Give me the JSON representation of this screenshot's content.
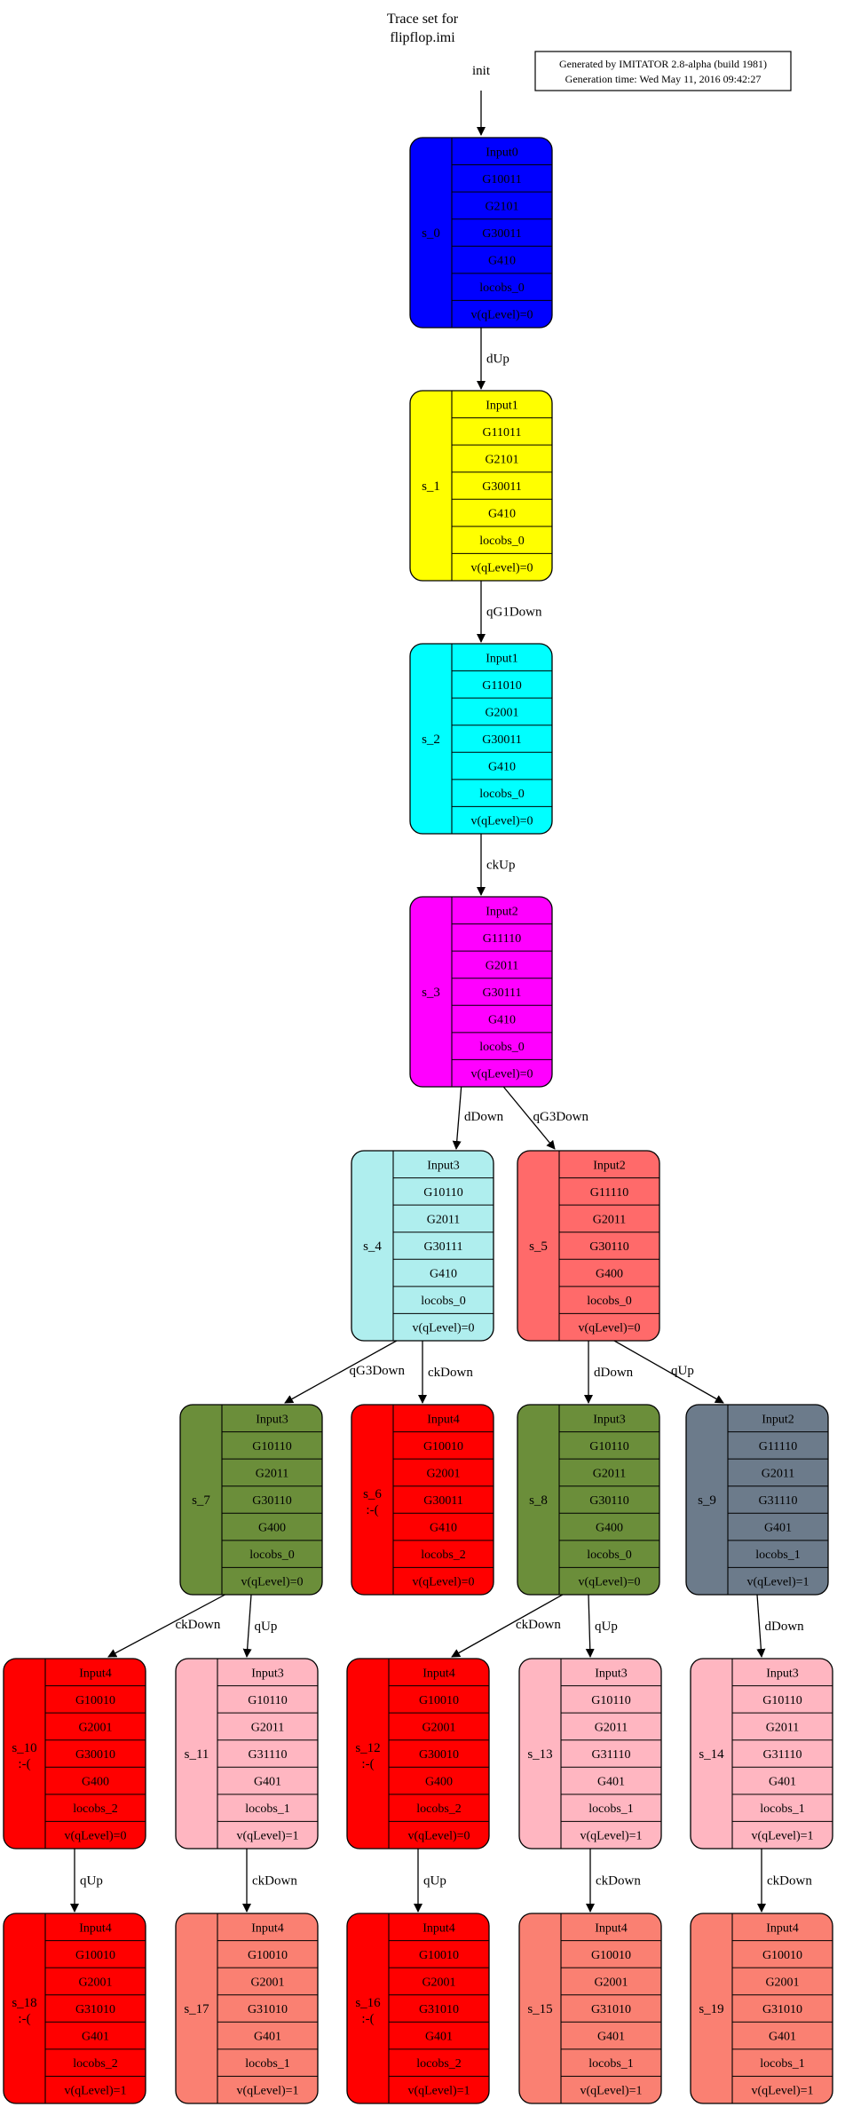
{
  "title_line1": "Trace set for",
  "title_line2": "flipflop.imi",
  "info_line1": "Generated by IMITATOR 2.8-alpha (build 1981)",
  "info_line2": "Generation time: Wed May 11, 2016 09:42:27",
  "init_label": "init",
  "colors": {
    "blue": "#0000ff",
    "yellow": "#ffff00",
    "cyan": "#00ffff",
    "magenta": "#ff00ff",
    "paleturquoise": "#afeeee",
    "indianred": "#ff6a6a",
    "olive": "#6b8e3a",
    "red": "#ff0000",
    "slate": "#6c7b8b",
    "pink": "#ffb6c1",
    "salmon": "#fa8072"
  },
  "states": [
    {
      "id": "s_0",
      "sub": "",
      "rows": [
        "Input0",
        "G10011",
        "G2101",
        "G30011",
        "G410",
        "locobs_0",
        "v(qLevel)=0"
      ],
      "color": "blue"
    },
    {
      "id": "s_1",
      "sub": "",
      "rows": [
        "Input1",
        "G11011",
        "G2101",
        "G30011",
        "G410",
        "locobs_0",
        "v(qLevel)=0"
      ],
      "color": "yellow"
    },
    {
      "id": "s_2",
      "sub": "",
      "rows": [
        "Input1",
        "G11010",
        "G2001",
        "G30011",
        "G410",
        "locobs_0",
        "v(qLevel)=0"
      ],
      "color": "cyan"
    },
    {
      "id": "s_3",
      "sub": "",
      "rows": [
        "Input2",
        "G11110",
        "G2011",
        "G30111",
        "G410",
        "locobs_0",
        "v(qLevel)=0"
      ],
      "color": "magenta"
    },
    {
      "id": "s_4",
      "sub": "",
      "rows": [
        "Input3",
        "G10110",
        "G2011",
        "G30111",
        "G410",
        "locobs_0",
        "v(qLevel)=0"
      ],
      "color": "paleturquoise"
    },
    {
      "id": "s_5",
      "sub": "",
      "rows": [
        "Input2",
        "G11110",
        "G2011",
        "G30110",
        "G400",
        "locobs_0",
        "v(qLevel)=0"
      ],
      "color": "indianred"
    },
    {
      "id": "s_7",
      "sub": "",
      "rows": [
        "Input3",
        "G10110",
        "G2011",
        "G30110",
        "G400",
        "locobs_0",
        "v(qLevel)=0"
      ],
      "color": "olive"
    },
    {
      "id": "s_6",
      "sub": ":-(",
      "rows": [
        "Input4",
        "G10010",
        "G2001",
        "G30011",
        "G410",
        "locobs_2",
        "v(qLevel)=0"
      ],
      "color": "red"
    },
    {
      "id": "s_8",
      "sub": "",
      "rows": [
        "Input3",
        "G10110",
        "G2011",
        "G30110",
        "G400",
        "locobs_0",
        "v(qLevel)=0"
      ],
      "color": "olive"
    },
    {
      "id": "s_9",
      "sub": "",
      "rows": [
        "Input2",
        "G11110",
        "G2011",
        "G31110",
        "G401",
        "locobs_1",
        "v(qLevel)=1"
      ],
      "color": "slate"
    },
    {
      "id": "s_10",
      "sub": ":-(",
      "rows": [
        "Input4",
        "G10010",
        "G2001",
        "G30010",
        "G400",
        "locobs_2",
        "v(qLevel)=0"
      ],
      "color": "red"
    },
    {
      "id": "s_11",
      "sub": "",
      "rows": [
        "Input3",
        "G10110",
        "G2011",
        "G31110",
        "G401",
        "locobs_1",
        "v(qLevel)=1"
      ],
      "color": "pink"
    },
    {
      "id": "s_12",
      "sub": ":-(",
      "rows": [
        "Input4",
        "G10010",
        "G2001",
        "G30010",
        "G400",
        "locobs_2",
        "v(qLevel)=0"
      ],
      "color": "red"
    },
    {
      "id": "s_13",
      "sub": "",
      "rows": [
        "Input3",
        "G10110",
        "G2011",
        "G31110",
        "G401",
        "locobs_1",
        "v(qLevel)=1"
      ],
      "color": "pink"
    },
    {
      "id": "s_14",
      "sub": "",
      "rows": [
        "Input3",
        "G10110",
        "G2011",
        "G31110",
        "G401",
        "locobs_1",
        "v(qLevel)=1"
      ],
      "color": "pink"
    },
    {
      "id": "s_18",
      "sub": ":-(",
      "rows": [
        "Input4",
        "G10010",
        "G2001",
        "G31010",
        "G401",
        "locobs_2",
        "v(qLevel)=1"
      ],
      "color": "red"
    },
    {
      "id": "s_17",
      "sub": "",
      "rows": [
        "Input4",
        "G10010",
        "G2001",
        "G31010",
        "G401",
        "locobs_1",
        "v(qLevel)=1"
      ],
      "color": "salmon"
    },
    {
      "id": "s_16",
      "sub": ":-(",
      "rows": [
        "Input4",
        "G10010",
        "G2001",
        "G31010",
        "G401",
        "locobs_2",
        "v(qLevel)=1"
      ],
      "color": "red"
    },
    {
      "id": "s_15",
      "sub": "",
      "rows": [
        "Input4",
        "G10010",
        "G2001",
        "G31010",
        "G401",
        "locobs_1",
        "v(qLevel)=1"
      ],
      "color": "salmon"
    },
    {
      "id": "s_19",
      "sub": "",
      "rows": [
        "Input4",
        "G10010",
        "G2001",
        "G31010",
        "G401",
        "locobs_1",
        "v(qLevel)=1"
      ],
      "color": "salmon"
    }
  ],
  "edges": [
    {
      "from": "s_0",
      "to": "s_1",
      "label": "dUp"
    },
    {
      "from": "s_1",
      "to": "s_2",
      "label": "qG1Down"
    },
    {
      "from": "s_2",
      "to": "s_3",
      "label": "ckUp"
    },
    {
      "from": "s_3",
      "to": "s_4",
      "label": "dDown"
    },
    {
      "from": "s_3",
      "to": "s_5",
      "label": "qG3Down"
    },
    {
      "from": "s_4",
      "to": "s_7",
      "label": "qG3Down"
    },
    {
      "from": "s_4",
      "to": "s_6",
      "label": "ckDown"
    },
    {
      "from": "s_5",
      "to": "s_8",
      "label": "dDown"
    },
    {
      "from": "s_5",
      "to": "s_9",
      "label": "qUp"
    },
    {
      "from": "s_7",
      "to": "s_10",
      "label": "ckDown"
    },
    {
      "from": "s_7",
      "to": "s_11",
      "label": "qUp"
    },
    {
      "from": "s_8",
      "to": "s_12",
      "label": "ckDown"
    },
    {
      "from": "s_8",
      "to": "s_13",
      "label": "qUp"
    },
    {
      "from": "s_9",
      "to": "s_14",
      "label": "dDown"
    },
    {
      "from": "s_10",
      "to": "s_18",
      "label": "qUp"
    },
    {
      "from": "s_11",
      "to": "s_17",
      "label": "ckDown"
    },
    {
      "from": "s_12",
      "to": "s_16",
      "label": "qUp"
    },
    {
      "from": "s_13",
      "to": "s_15",
      "label": "ckDown"
    },
    {
      "from": "s_14",
      "to": "s_19",
      "label": "ckDown"
    }
  ]
}
